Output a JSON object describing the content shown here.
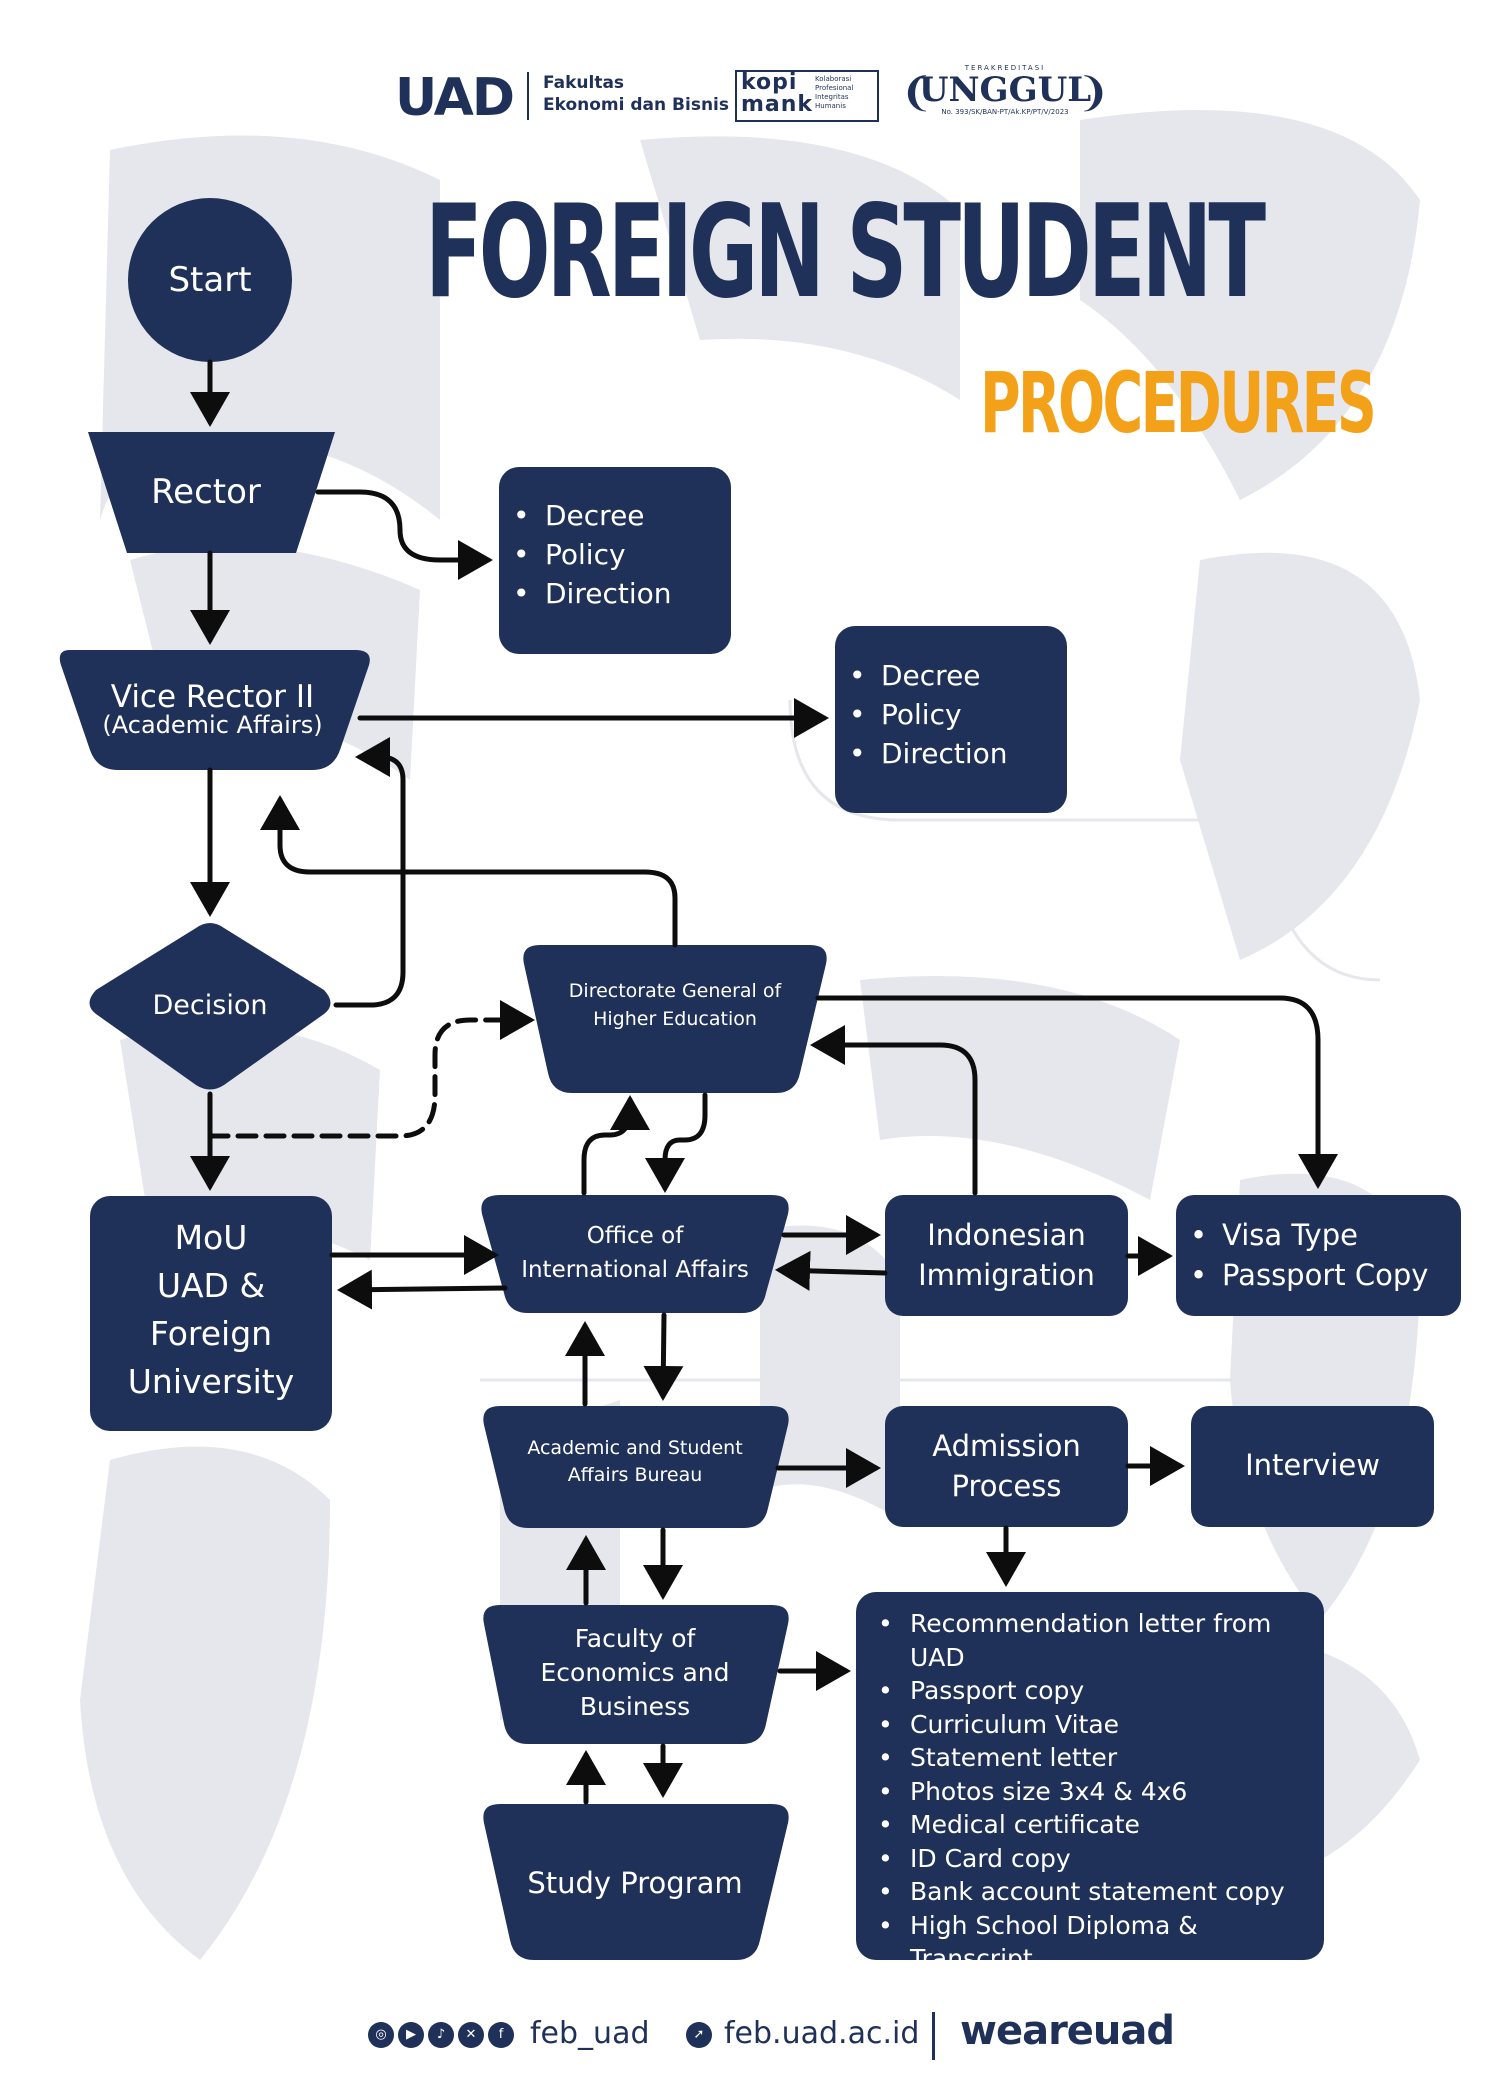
{
  "header": {
    "uad": "UAD",
    "faculty_line1": "Fakultas",
    "faculty_line2": "Ekonomi dan Bisnis",
    "kopi_word1": "kopi",
    "kopi_word2": "mank",
    "kopi_tagline": [
      "Kolaborasi",
      "Profesional",
      "Integritas",
      "Humanis"
    ],
    "accreditation_top": "TERAKREDITASI",
    "accreditation": "UNGGUL",
    "accreditation_no": "No. 393/SK/BAN-PT/Ak.KP/PT/V/2023"
  },
  "title": {
    "line1": "FOREIGN STUDENT",
    "line2": "PROCEDURES"
  },
  "nodes": {
    "start": "Start",
    "rector": "Rector",
    "rector_outputs": [
      "Decree",
      "Policy",
      "Direction"
    ],
    "vice_rector": "Vice Rector II",
    "vice_rector_sub": "(Academic Affairs)",
    "vice_rector_outputs": [
      "Decree",
      "Policy",
      "Direction"
    ],
    "decision": "Decision",
    "dikti": [
      "Directorate General of",
      "Higher Education"
    ],
    "mou": [
      "MoU",
      "UAD &",
      "Foreign",
      "University"
    ],
    "oia": [
      "Office of",
      "International Affairs"
    ],
    "immigration": [
      "Indonesian",
      "Immigration"
    ],
    "visa": [
      "Visa Type",
      "Passport Copy"
    ],
    "bureau": [
      "Academic and Student",
      "Affairs Bureau"
    ],
    "admission": [
      "Admission",
      "Process"
    ],
    "interview": "Interview",
    "faculty": [
      "Faculty of",
      "Economics and",
      "Business"
    ],
    "study_program": "Study Program",
    "requirements": [
      "Recommendation letter from UAD",
      "Passport copy",
      "Curriculum Vitae",
      "Statement letter",
      "Photos size 3x4 & 4x6",
      "Medical certificate",
      "ID Card copy",
      "Bank account statement copy",
      "High School Diploma & Transcript"
    ]
  },
  "footer": {
    "social_icons": [
      "instagram-icon",
      "youtube-icon",
      "tiktok-icon",
      "x-icon",
      "facebook-icon"
    ],
    "handle": "feb_uad",
    "website": "feb.uad.ac.id",
    "brand": "weareuad"
  },
  "colors": {
    "navy": "#1f3158",
    "orange": "#f4a11a",
    "watermark": "#e6e7ec"
  }
}
